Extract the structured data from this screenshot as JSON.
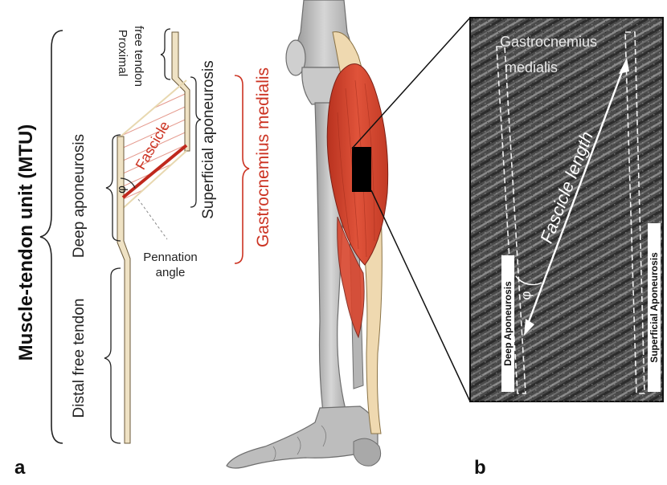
{
  "panel_a": {
    "panel_label": "a",
    "mtu_label": "Muscle-tendon unit (MTU)",
    "proximal_tendon_line1": "Proximal",
    "proximal_tendon_line2": "free tendon",
    "superficial_aponeurosis": "Superficial aponeurosis",
    "deep_aponeurosis": "Deep aponeurosis",
    "distal_tendon": "Distal free tendon",
    "fascicle": "Fascicle",
    "angle_symbol": "φ",
    "pennation_line1": "Pennation",
    "pennation_line2": "angle",
    "muscle_name": "Gastrocnemius medialis"
  },
  "panel_b": {
    "panel_label": "b",
    "muscle_line1": "Gastrocnemius",
    "muscle_line2": "medialis",
    "fascicle_length": "Fascicle length",
    "angle_symbol": "φ",
    "deep_aponeurosis": "Deep Aponeurosis",
    "superficial_aponeurosis": "Superficial Aponeurosis"
  },
  "colors": {
    "muscle_red": "#d8452d",
    "label_red": "#cc3322",
    "tendon_beige": "#efe2c4",
    "bone_gray": "#bdbdbd",
    "ultrasound_bg": "#4a4a4a"
  }
}
